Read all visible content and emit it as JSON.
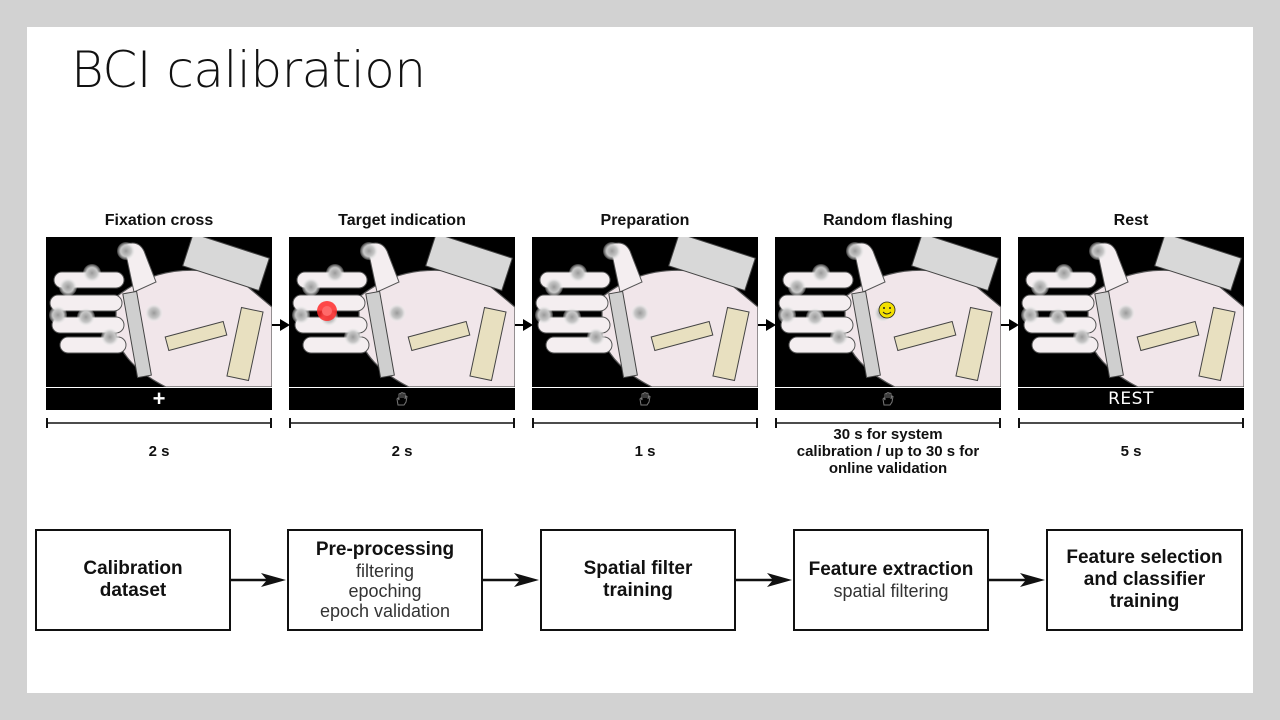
{
  "slide": {
    "title": "BCI calibration"
  },
  "phases": [
    {
      "label": "Fixation cross",
      "cue": "+",
      "duration": "2 s"
    },
    {
      "label": "Target indication",
      "cue": "hand-icon",
      "duration": "2 s"
    },
    {
      "label": "Preparation",
      "cue": "hand-icon",
      "duration": "1 s"
    },
    {
      "label": "Random flashing",
      "cue": "hand-icon",
      "duration_lines": [
        "30 s for system",
        "calibration / up to 30 s for",
        "online validation"
      ]
    },
    {
      "label": "Rest",
      "cue": "REST",
      "duration": "5 s"
    }
  ],
  "pipeline": [
    {
      "title": "Calibration\ndataset",
      "sub": []
    },
    {
      "title": "Pre-processing",
      "sub": [
        "filtering",
        "epoching",
        "epoch validation"
      ]
    },
    {
      "title": "Spatial filter\ntraining",
      "sub": []
    },
    {
      "title": "Feature extraction",
      "sub": [
        "spatial filtering"
      ]
    },
    {
      "title": "Feature selection\nand classifier\ntraining",
      "sub": []
    }
  ],
  "colors": {
    "target_marker": "#ff2a2a",
    "smiley": "#f4e000",
    "panel_bg": "#000000"
  }
}
